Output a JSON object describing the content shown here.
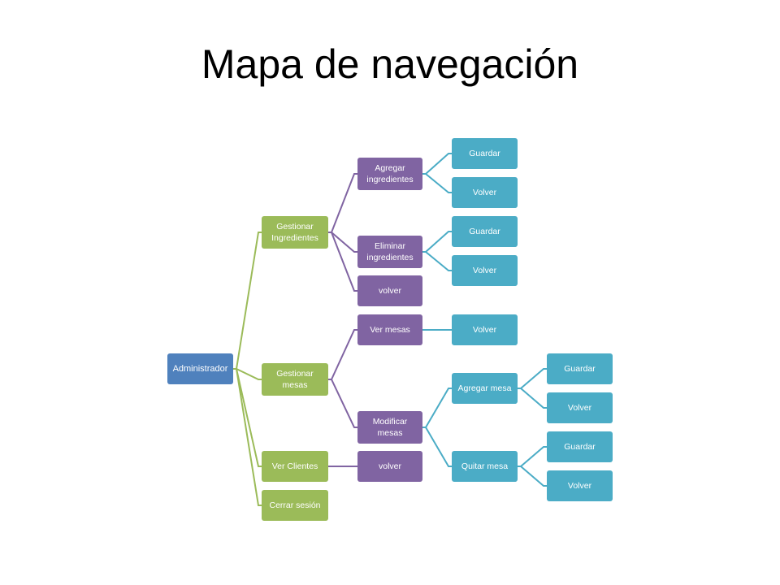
{
  "title": "Mapa de navegación",
  "colors": {
    "level0": "#4f81bd",
    "level1": "#9bbb59",
    "level2": "#8064a2",
    "level3": "#4bacc6",
    "level4": "#4bacc6",
    "connector_level1": "#9bbb59",
    "connector_level2": "#8064a2",
    "connector_level3": "#4bacc6",
    "connector_level4": "#4bacc6"
  },
  "tree": {
    "root": {
      "label": "Administrador"
    },
    "gestionar_ingredientes": {
      "label": "Gestionar Ingredientes"
    },
    "agregar_ingredientes": {
      "label": "Agregar ingredientes"
    },
    "ai_guardar": {
      "label": "Guardar"
    },
    "ai_volver": {
      "label": "Volver"
    },
    "eliminar_ingredientes": {
      "label": "Eliminar ingredientes"
    },
    "ei_guardar": {
      "label": "Guardar"
    },
    "ei_volver": {
      "label": "Volver"
    },
    "gi_volver": {
      "label": "volver"
    },
    "gestionar_mesas": {
      "label": "Gestionar mesas"
    },
    "ver_mesas": {
      "label": "Ver mesas"
    },
    "vm_volver": {
      "label": "Volver"
    },
    "modificar_mesas": {
      "label": "Modificar mesas"
    },
    "agregar_mesa": {
      "label": "Agregar mesa"
    },
    "am_guardar": {
      "label": "Guardar"
    },
    "am_volver": {
      "label": "Volver"
    },
    "quitar_mesa": {
      "label": "Quitar mesa"
    },
    "qm_guardar": {
      "label": "Guardar"
    },
    "qm_volver": {
      "label": "Volver"
    },
    "ver_clientes": {
      "label": "Ver Clientes"
    },
    "vc_volver": {
      "label": "volver"
    },
    "cerrar_sesion": {
      "label": "Cerrar sesión"
    }
  }
}
